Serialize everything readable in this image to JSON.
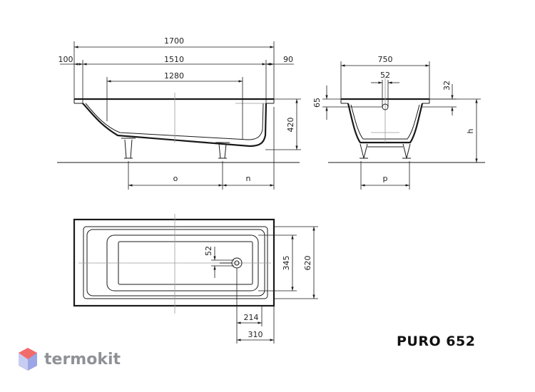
{
  "side_view": {
    "dims": {
      "total_length": "1700",
      "left_rim": "100",
      "inner_length": "1510",
      "right_rim": "90",
      "bottom_length": "1280",
      "height": "420",
      "leg_dist_o": "o",
      "leg_dist_n": "n"
    }
  },
  "end_view": {
    "dims": {
      "width": "750",
      "drain_dia": "52",
      "rim_32": "32",
      "rim_65": "65",
      "height_h": "h",
      "leg_p": "p"
    }
  },
  "top_view": {
    "dims": {
      "drain_dia": "52",
      "inner_width": "345",
      "outer_width": "620",
      "drain_offset": "214",
      "drain_offset2": "310"
    }
  },
  "model_label": "PURO 652",
  "watermark": "termokit"
}
